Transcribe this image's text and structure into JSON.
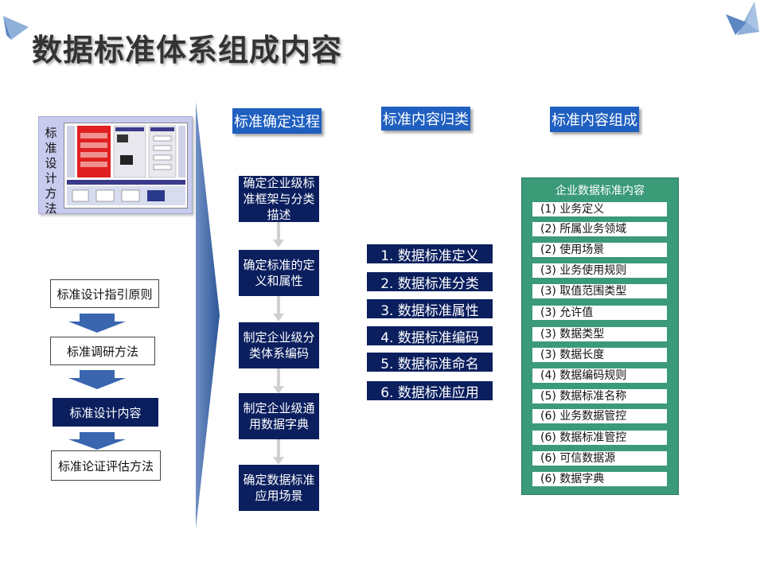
{
  "title": "数据标准体系组成内容",
  "design_method": {
    "label": "标准设计方法",
    "steps": [
      "标准设计指引原则",
      "标准调研方法",
      "标准设计内容",
      "标准论证评估方法"
    ]
  },
  "headers": [
    "标准确定过程",
    "标准内容归类",
    "标准内容组成"
  ],
  "process_steps": [
    "确定企业级标准框架与分类描述",
    "确定标准的定义和属性",
    "制定企业级分类体系编码",
    "制定企业级通用数据字典",
    "确定数据标准应用场景"
  ],
  "categories": [
    "1. 数据标准定义",
    "2. 数据标准分类",
    "3. 数据标准属性",
    "4. 数据标准编码",
    "5. 数据标准命名",
    "6. 数据标准应用"
  ],
  "composition": {
    "title": "企业数据标准内容",
    "items": [
      "(1) 业务定义",
      "(2) 所属业务领域",
      "(2) 使用场景",
      "(3) 业务使用规则",
      "(3) 取值范围类型",
      "(3) 允许值",
      "(3) 数据类型",
      "(3) 数据长度",
      "(4) 数据编码规则",
      "(5) 数据标准名称",
      "(6) 业务数据管控",
      "(6) 数据标准管控",
      "(6) 可信数据源",
      "(6) 数据字典"
    ]
  },
  "colors": {
    "navy": "#0b1f5e",
    "header_blue": "#1f5fc0",
    "panel_green": "#3b9a78",
    "thumb_bg": "#c8cbee"
  }
}
